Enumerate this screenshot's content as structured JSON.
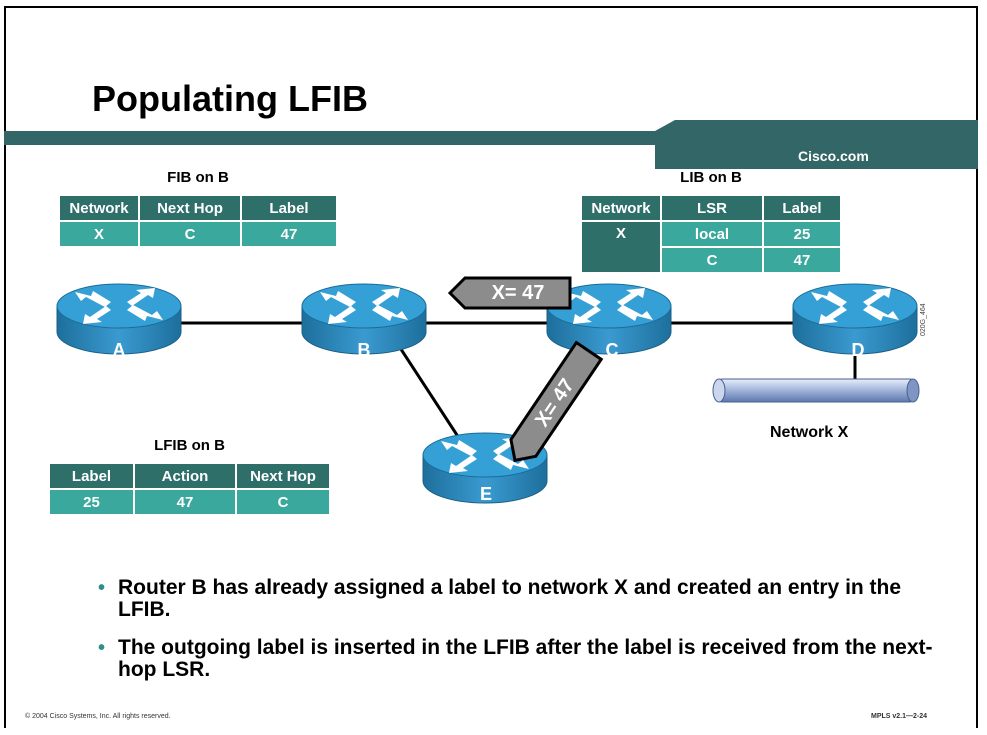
{
  "slide": {
    "title": "Populating LFIB",
    "brand": "Cisco.com",
    "figure_id": "020G_464",
    "colors": {
      "banner": "#336666",
      "table_header": "#2f6f6a",
      "table_cell": "#3aa89c",
      "router": "#2a8cc0",
      "label_box": "#8c8c8c"
    }
  },
  "fib": {
    "title": "FIB on B",
    "headers": [
      "Network",
      "Next Hop",
      "Label"
    ],
    "row": [
      "X",
      "C",
      "47"
    ]
  },
  "lib": {
    "title": "LIB on B",
    "headers": [
      "Network",
      "LSR",
      "Label"
    ],
    "network": "X",
    "rows": [
      [
        "local",
        "25"
      ],
      [
        "C",
        "47"
      ]
    ]
  },
  "lfib": {
    "title": "LFIB on B",
    "headers": [
      "Label",
      "Action",
      "Next Hop"
    ],
    "row": [
      "25",
      "47",
      "C"
    ]
  },
  "routers": {
    "a": "A",
    "b": "B",
    "c": "C",
    "d": "D",
    "e": "E"
  },
  "labels": {
    "c_to_b": "X= 47",
    "c_to_e": "X= 47"
  },
  "network_label": "Network X",
  "bullets": [
    "Router B has already assigned a label to network X and created an entry in the LFIB.",
    "The outgoing label is inserted in the LFIB after the label is received from the next-hop LSR."
  ],
  "footer": {
    "copyright": "© 2004 Cisco Systems, Inc. All rights reserved.",
    "course": "MPLS v2.1—2-24"
  }
}
